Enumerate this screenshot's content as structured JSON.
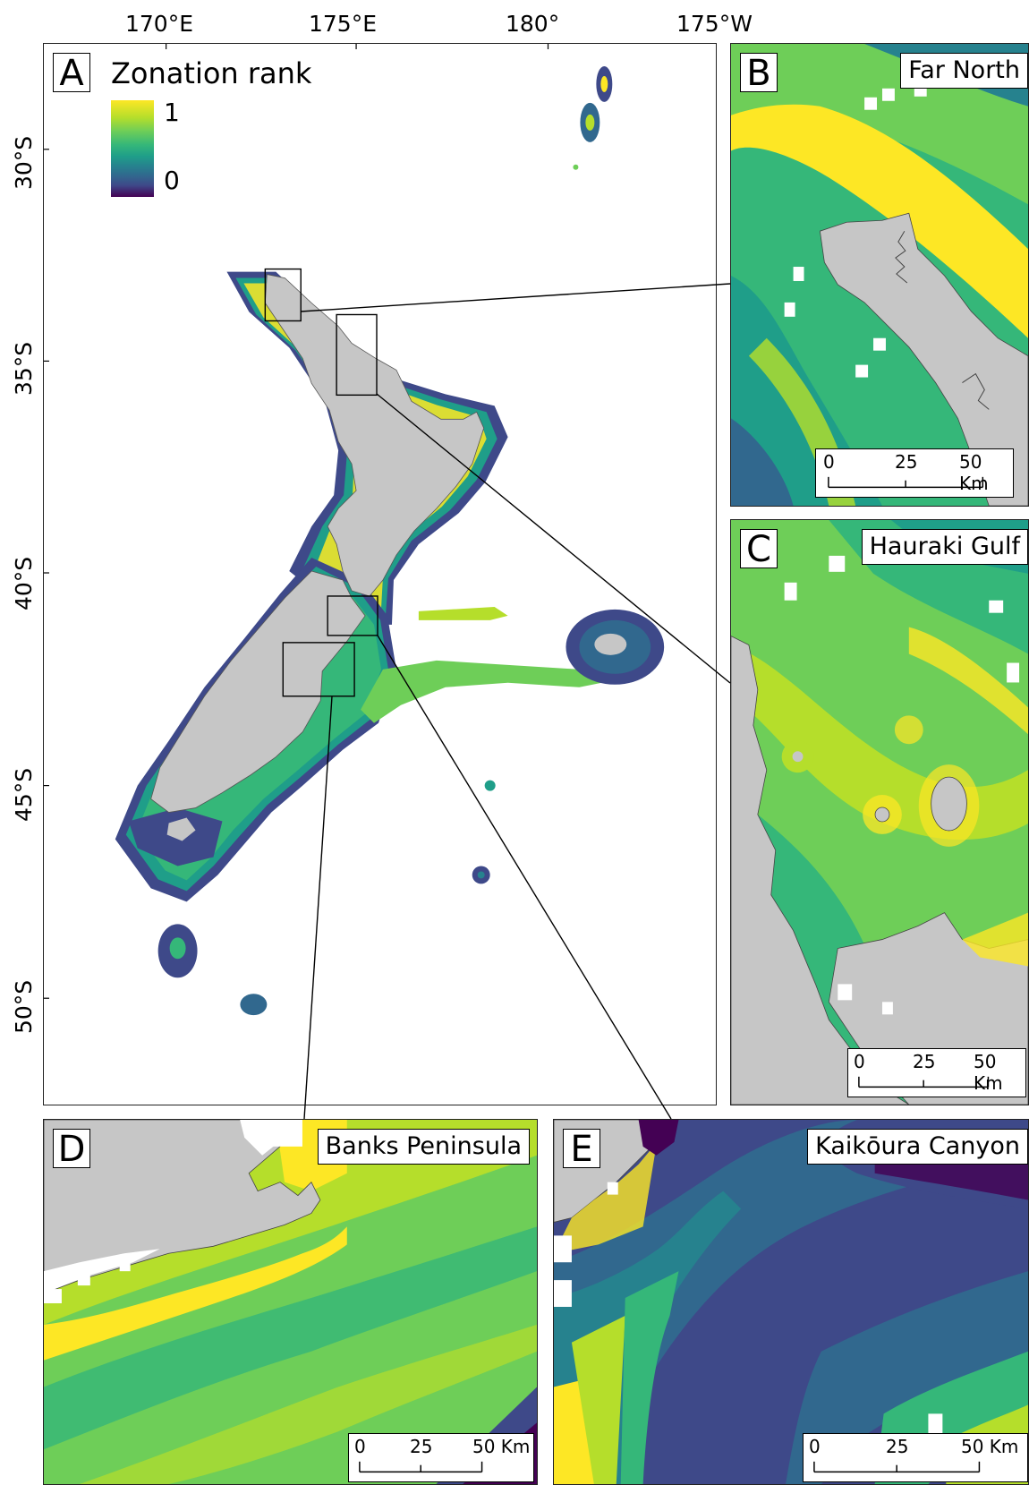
{
  "figure": {
    "top_axis_labels": [
      "170°E",
      "175°E",
      "180°",
      "175°W"
    ],
    "left_axis_labels": [
      "30°S",
      "35°S",
      "40°S",
      "45°S",
      "50°S"
    ]
  },
  "legend": {
    "title": "Zonation rank",
    "max_label": "1",
    "min_label": "0",
    "colormap": [
      "#440154",
      "#3e4989",
      "#31688e",
      "#26828e",
      "#1f9e89",
      "#35b779",
      "#6ece58",
      "#b5de2b",
      "#fde725"
    ]
  },
  "panels": {
    "a": {
      "letter": "A"
    },
    "b": {
      "letter": "B",
      "title": "Far North",
      "scale": {
        "labels": [
          "0",
          "25",
          "50 Km"
        ]
      }
    },
    "c": {
      "letter": "C",
      "title": "Hauraki Gulf",
      "scale": {
        "labels": [
          "0",
          "25",
          "50 Km"
        ]
      }
    },
    "d": {
      "letter": "D",
      "title": "Banks Peninsula",
      "scale": {
        "labels": [
          "0",
          "25",
          "50 Km"
        ]
      }
    },
    "e": {
      "letter": "E",
      "title": "Kaikōura Canyon",
      "scale": {
        "labels": [
          "0",
          "25",
          "50 Km"
        ]
      }
    }
  },
  "colors": {
    "land": "#c6c6c6",
    "panel_border": "#222222"
  }
}
